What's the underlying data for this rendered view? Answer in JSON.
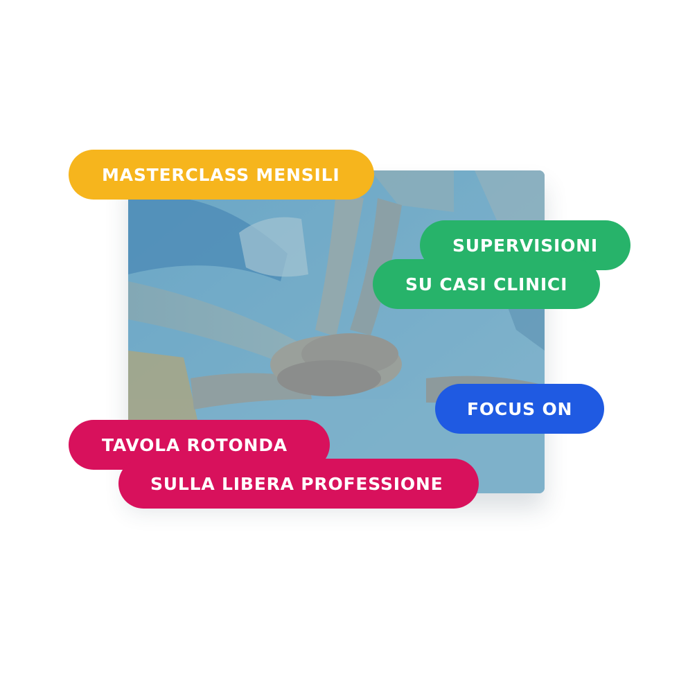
{
  "colors": {
    "yellow": "#f6b51d",
    "green": "#27b36a",
    "blue": "#1f5ae2",
    "pink": "#d8115c",
    "photo_tint": "#6ea9c6"
  },
  "photo": {
    "subject": "stacked-hands-team-photo"
  },
  "labels": {
    "masterclass": "MASTERCLASS MENSILI",
    "supervisioni": "SUPERVISIONI",
    "casi_clinici": "SU CASI CLINICI",
    "focus_on": "FOCUS ON",
    "tavola_rotonda": "TAVOLA ROTONDA",
    "libera_professione": "SULLA LIBERA PROFESSIONE"
  }
}
